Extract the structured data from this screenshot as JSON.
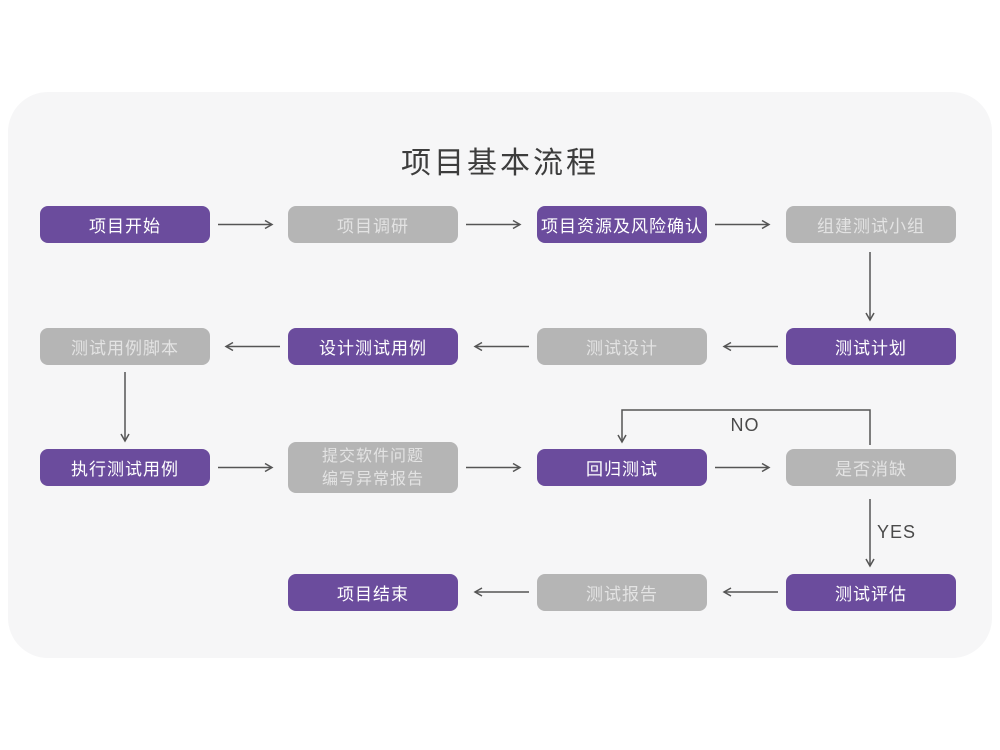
{
  "title": "项目基本流程",
  "colors": {
    "purple": "#6b4c9d",
    "gray": "#b5b5b5",
    "gray_text": "#e3e3e3",
    "card": "#f6f6f7",
    "arrow": "#555555",
    "label_text": "#4a4a4a",
    "title_text": "#3d3d3d"
  },
  "nodes": {
    "start": "项目开始",
    "research": "项目调研",
    "risk": "项目资源及风险确认",
    "team": "组建测试小组",
    "plan": "测试计划",
    "design": "测试设计",
    "case_design": "设计测试用例",
    "case_script": "测试用例脚本",
    "case_exec": "执行测试用例",
    "submit_line1": "提交软件问题",
    "submit_line2": "编写异常报告",
    "regression": "回归测试",
    "defect_check": "是否消缺",
    "evaluate": "测试评估",
    "report": "测试报告",
    "end": "项目结束"
  },
  "labels": {
    "no": "NO",
    "yes": "YES"
  }
}
